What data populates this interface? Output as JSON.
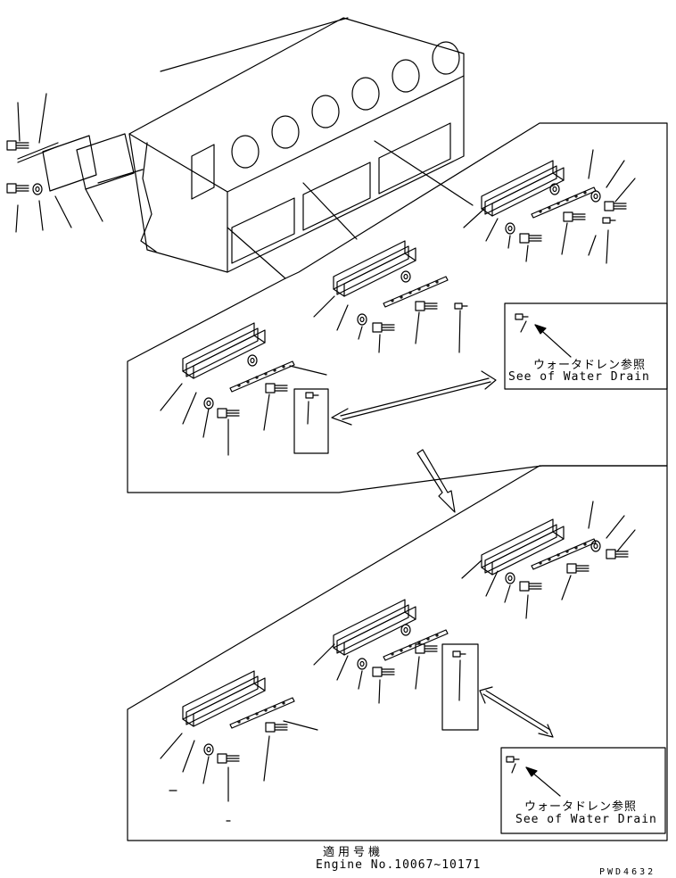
{
  "callouts": [
    {
      "jp": "ウォータドレン参照",
      "en": "See of Water Drain"
    },
    {
      "jp": "ウォータドレン参照",
      "en": "See of Water Drain"
    }
  ],
  "footer": {
    "applicable_jp": "適用号機",
    "engine_range": "Engine No.10067~10171",
    "drawing_code": "PWD4632"
  }
}
